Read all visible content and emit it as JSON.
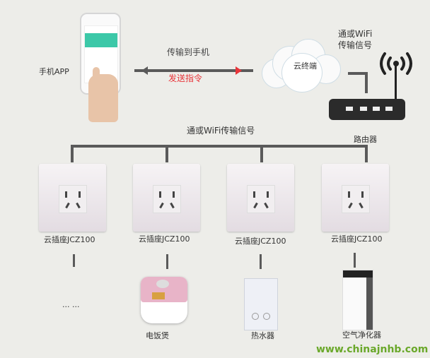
{
  "phone_label": "手机APP",
  "arrow_top_label": "传输到手机",
  "arrow_bottom_label": "发送指令",
  "cloud_label": "云终端",
  "wifi_label_line1": "通或WiFi",
  "wifi_label_line2": "传输信号",
  "router_label": "路由器",
  "bus_label": "通或WiFi传输信号",
  "sockets": [
    {
      "label": "云插座JCZ100"
    },
    {
      "label": "云插座JCZ100"
    },
    {
      "label": "云插座JCZ100"
    },
    {
      "label": "云插座JCZ100"
    }
  ],
  "devices": [
    {
      "label": "... ..."
    },
    {
      "label": "电饭煲"
    },
    {
      "label": "热水器"
    },
    {
      "label": "空气净化器"
    }
  ],
  "watermark": "www.chinajnhb.com",
  "colors": {
    "accent_red": "#e8353a",
    "teal": "#3cc8a8",
    "watermark": "#6aa82a"
  }
}
